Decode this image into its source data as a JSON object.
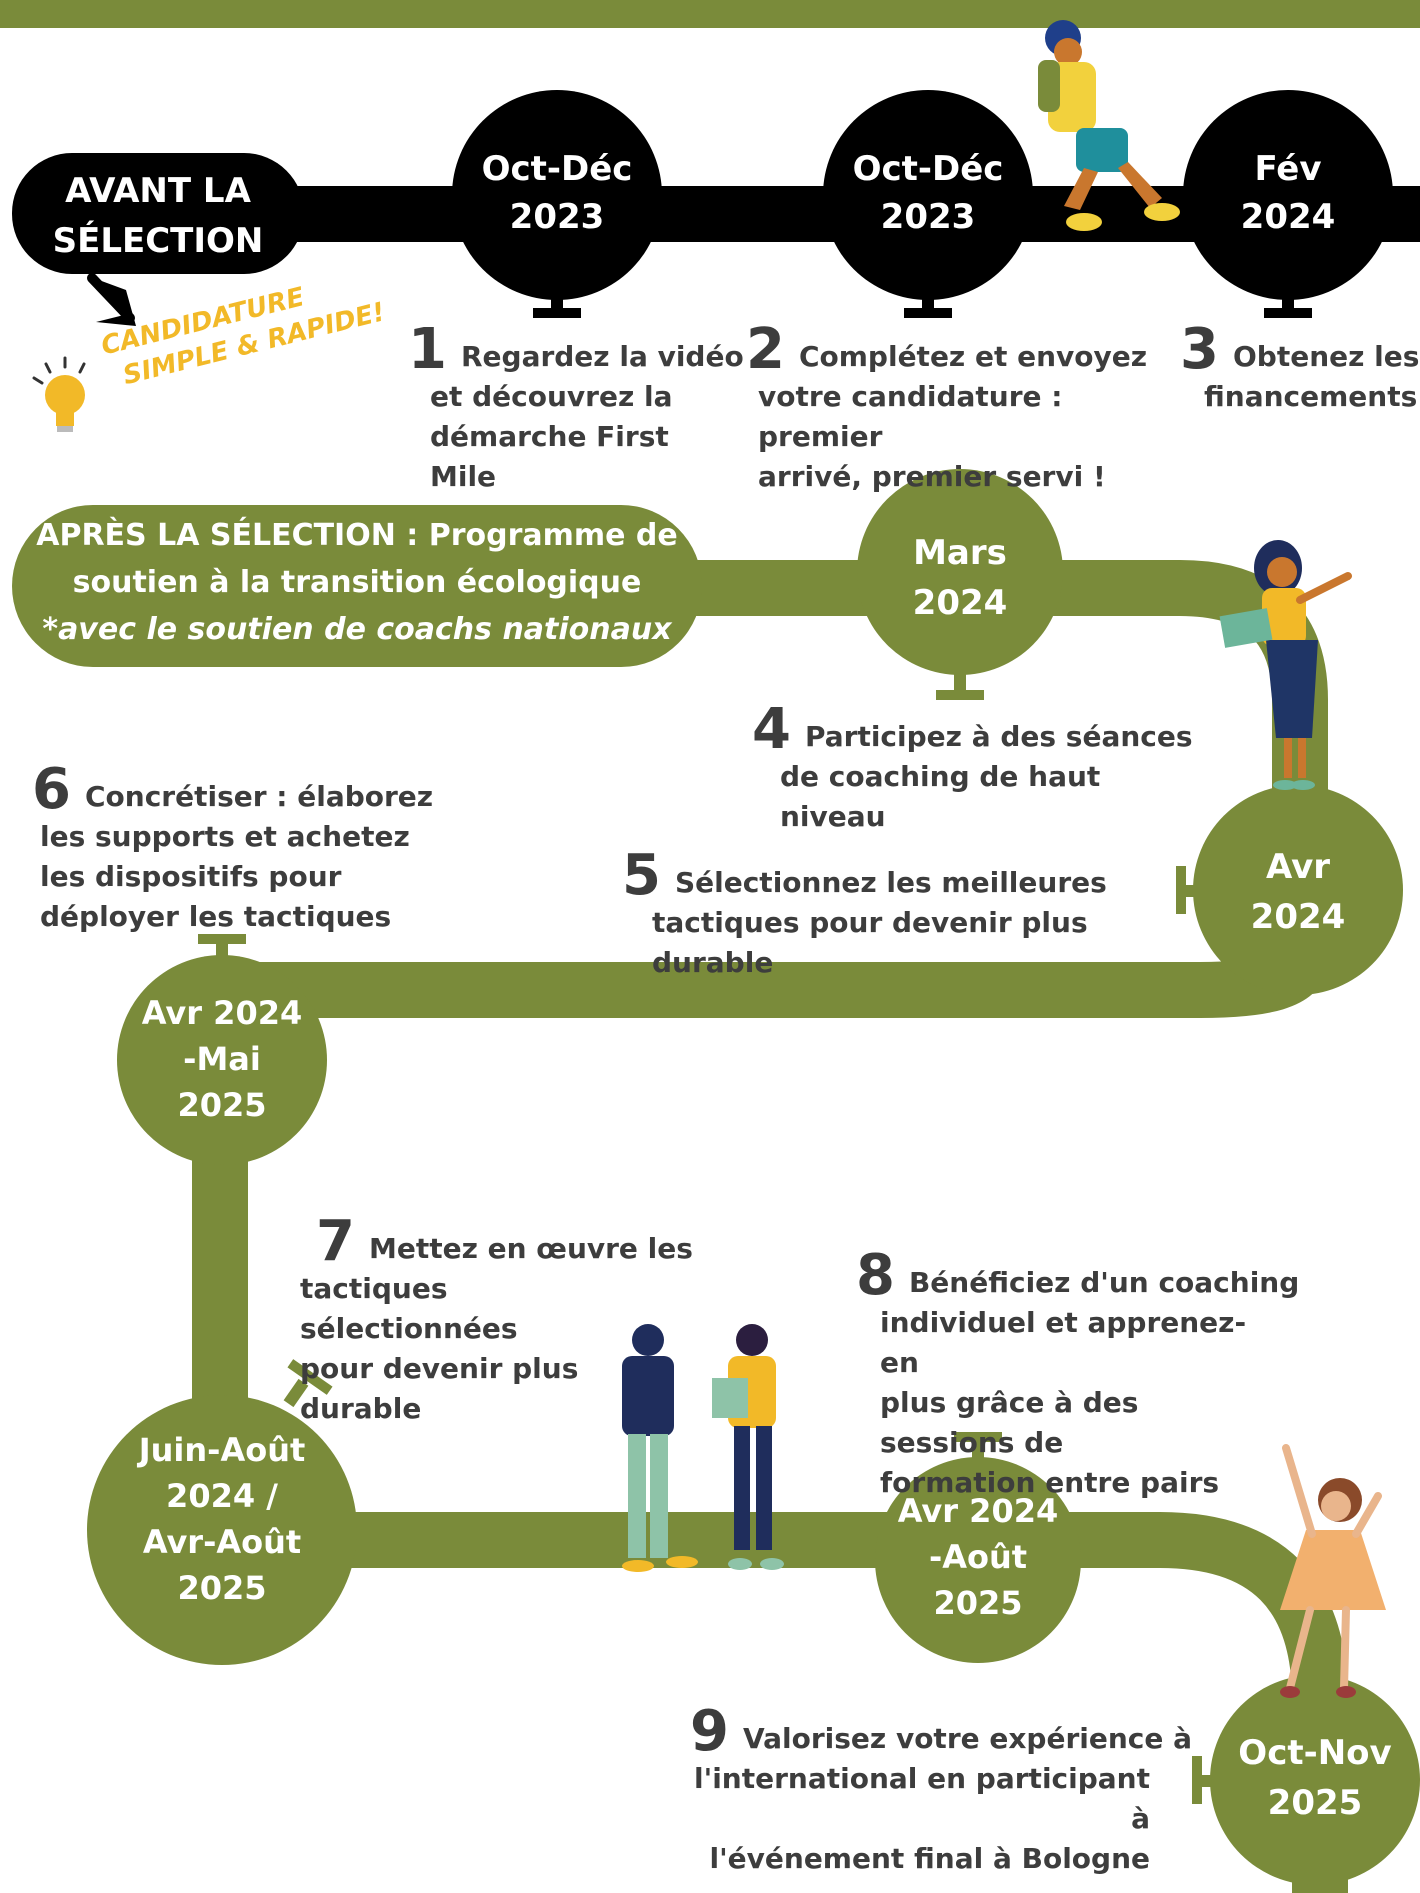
{
  "colors": {
    "green": "#7a8b3a",
    "black": "#000000",
    "text": "#3d3d3d",
    "yellow": "#f2b928",
    "white": "#ffffff"
  },
  "before": {
    "label_line1": "AVANT LA",
    "label_line2": "SÉLECTION",
    "callout_line1": "CANDIDATURE",
    "callout_line2": "SIMPLE & RAPIDE!",
    "callout_icon": "lightbulb-icon"
  },
  "nodes": [
    {
      "line1": "Oct-Déc",
      "line2": "2023"
    },
    {
      "line1": "Oct-Déc",
      "line2": "2023"
    },
    {
      "line1": "Fév",
      "line2": "2024"
    },
    {
      "line1": "Mars",
      "line2": "2024"
    },
    {
      "line1": "Avr",
      "line2": "2024"
    },
    {
      "line1": "Avr 2024",
      "line2": "-Mai",
      "line3": "2025"
    },
    {
      "line1": "Juin-Août",
      "line2": "2024 /",
      "line3": "Avr-Août",
      "line4": "2025"
    },
    {
      "line1": "Avr 2024",
      "line2": "-Août",
      "line3": "2025"
    },
    {
      "line1": "Oct-Nov",
      "line2": "2025"
    }
  ],
  "after": {
    "line1": "APRÈS LA SÉLECTION : Programme de",
    "line2": "soutien à la transition écologique",
    "line3": "*avec le soutien de coachs nationaux"
  },
  "steps": [
    {
      "num": "1",
      "l1": "Regardez la vidéo",
      "l2": "et découvrez la",
      "l3": "démarche First Mile"
    },
    {
      "num": "2",
      "l1": "Complétez et envoyez",
      "l2": "votre candidature : premier",
      "l3": "arrivé, premier servi !"
    },
    {
      "num": "3",
      "l1": "Obtenez les",
      "l2": "financements"
    },
    {
      "num": "4",
      "l1": "Participez à des séances",
      "l2": "de coaching de haut niveau"
    },
    {
      "num": "5",
      "l1": "Sélectionnez les meilleures",
      "l2": "tactiques pour devenir plus durable"
    },
    {
      "num": "6",
      "l1": "Concrétiser : élaborez",
      "l2": "les supports et achetez",
      "l3": "les dispositifs pour",
      "l4": "déployer les tactiques"
    },
    {
      "num": "7",
      "l1": "Mettez en œuvre les",
      "l2": "tactiques sélectionnées",
      "l3": "pour devenir plus",
      "l4": "durable"
    },
    {
      "num": "8",
      "l1": "Bénéficiez d'un coaching",
      "l2": "individuel et apprenez-en",
      "l3": "plus grâce à des sessions de",
      "l4": "formation entre pairs"
    },
    {
      "num": "9",
      "l1": "Valorisez votre expérience à",
      "l2": "l'international en participant à",
      "l3": "l'événement final à Bologne"
    }
  ]
}
